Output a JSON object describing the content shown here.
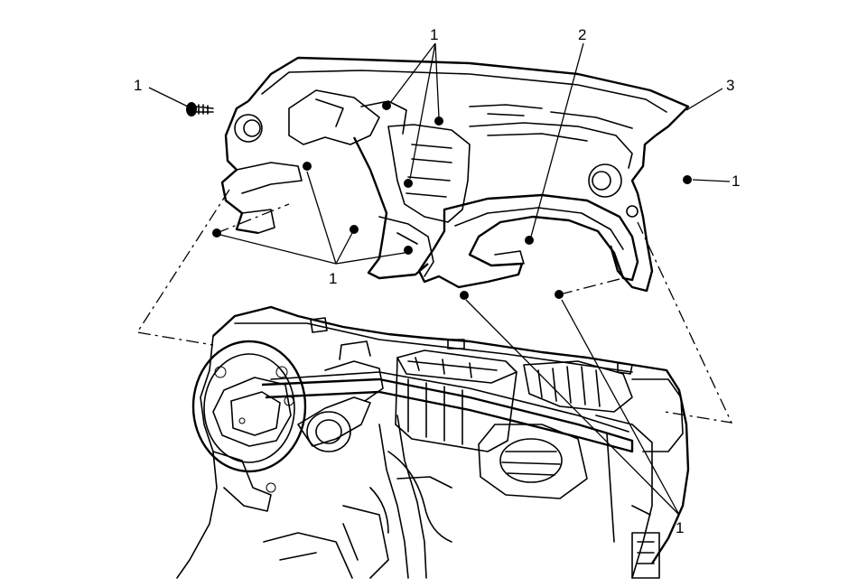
{
  "callouts": {
    "c1_left": "1",
    "c1_top": "1",
    "c2": "2",
    "c3": "3",
    "c1_right": "1",
    "c1_mid_bottom": "1",
    "c1_bottom_right": "1"
  },
  "icons": {
    "bolt": "bolt-icon",
    "instrument_panel": "instrument-panel-carrier",
    "vehicle_frame": "cross-car-beam-assembly"
  },
  "colors": {
    "line": "#000000",
    "background": "#ffffff"
  }
}
